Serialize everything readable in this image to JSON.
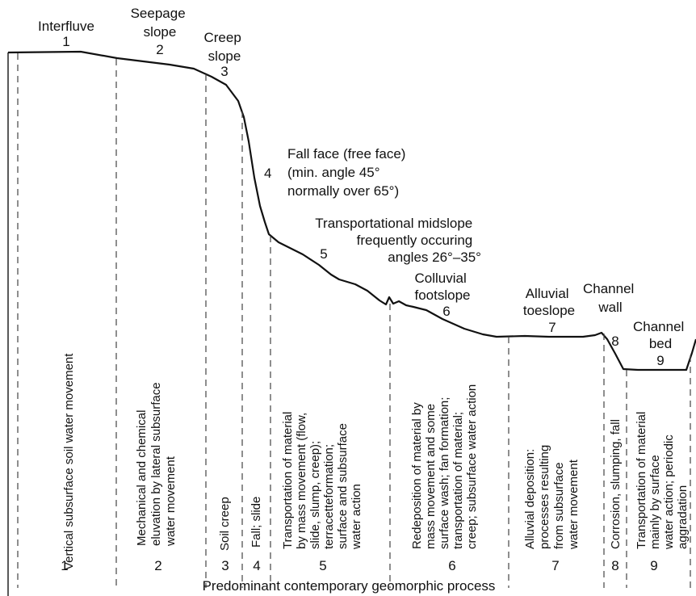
{
  "units": [
    {
      "num": "1",
      "name": [
        "Interfluve"
      ],
      "process": [
        "Vertical subsurface soil water movement"
      ]
    },
    {
      "num": "2",
      "name": [
        "Seepage",
        "slope"
      ],
      "process": [
        "Mechanical and chemical",
        "eluvation by lateral subsurface",
        "water movement"
      ]
    },
    {
      "num": "3",
      "name": [
        "Creep",
        "slope"
      ],
      "process": [
        "Soil creep"
      ]
    },
    {
      "num": "4",
      "name": [
        "Fall face (free face)",
        "(min. angle 45°",
        "normally over 65°)"
      ],
      "process": [
        "Fall; slide"
      ]
    },
    {
      "num": "5",
      "name": [
        "Transportational midslope",
        "frequently occuring",
        "angles 26°–35°"
      ],
      "process": [
        "Transportation of material",
        "by mass movement (flow,",
        "slide, slump, creep);",
        "terracetteformation;",
        "surface and subsurface",
        "water action"
      ]
    },
    {
      "num": "6",
      "name": [
        "Colluvial",
        "footslope"
      ],
      "process": [
        "Redeposition of material by",
        "mass movement and some",
        "surface wash; fan formation;",
        "transportation of material;",
        "creep; subsurface water action"
      ]
    },
    {
      "num": "7",
      "name": [
        "Alluvial",
        "toeslope"
      ],
      "process": [
        "Alluvial deposition:",
        "processes resulting",
        "from subsurface",
        "water movement"
      ]
    },
    {
      "num": "8",
      "name": [
        "Channel",
        "wall"
      ],
      "process": [
        "Corrosion, slumping, fall"
      ]
    },
    {
      "num": "9",
      "name": [
        "Channel",
        "bed"
      ],
      "process": [
        "Transportation of material",
        "mainly by surface",
        "water action; periodic",
        "aggradation"
      ]
    }
  ],
  "footer": "Predominant contemporary geomorphic process"
}
